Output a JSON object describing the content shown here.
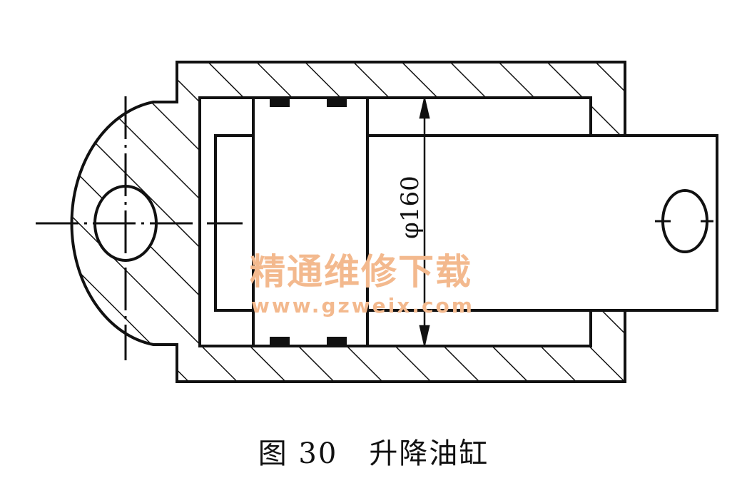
{
  "figure": {
    "caption_number": "图 30",
    "caption_title": "升降油缸",
    "dimension_label": "φ160"
  },
  "watermark": {
    "title": "精通维修下载",
    "url": "www.gzweix.com"
  },
  "colors": {
    "line": "#111111",
    "watermark": "#f3b98e"
  }
}
